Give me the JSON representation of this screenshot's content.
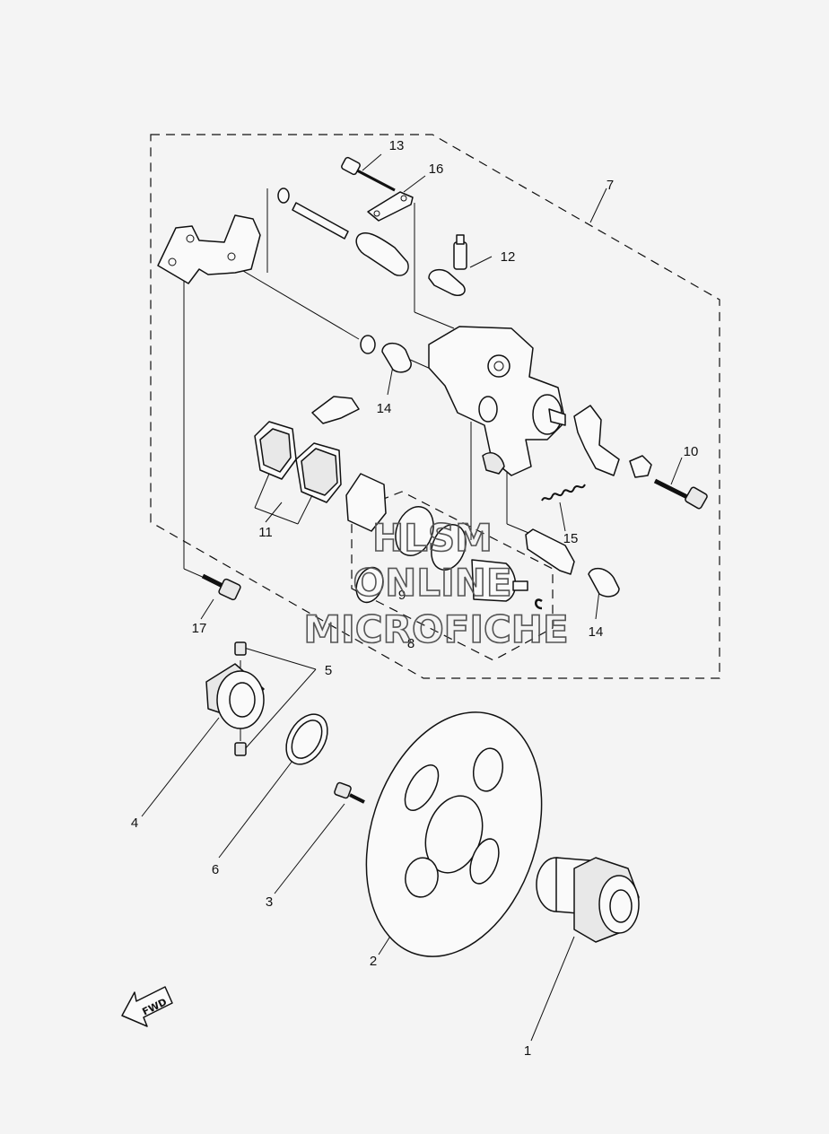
{
  "callouts": {
    "c1": "1",
    "c2": "2",
    "c3": "3",
    "c4": "4",
    "c5": "5",
    "c6": "6",
    "c7": "7",
    "c8": "8",
    "c9": "9",
    "c10": "10",
    "c11": "11",
    "c12": "12",
    "c13": "13",
    "c14a": "14",
    "c14b": "14",
    "c15": "15",
    "c16": "16",
    "c17": "17"
  },
  "watermark": {
    "line1": "HLSM",
    "line2": "ONLINE",
    "line3": "MICROFICHE"
  },
  "direction_arrow": {
    "label": "FWD"
  }
}
